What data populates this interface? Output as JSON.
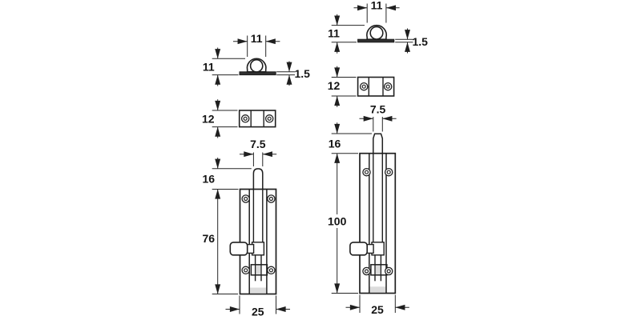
{
  "canvas": {
    "background": "#ffffff",
    "line_color": "#1f1f1f",
    "label_color": "#141414"
  },
  "drawings": [
    {
      "id": "left",
      "dims": {
        "loop_width": "11",
        "loop_height": "11",
        "plate_thickness": "1.5",
        "strike_height": "12",
        "pin_diameter": "7.5",
        "pin_protrusion": "16",
        "body_length": "76",
        "body_width": "25"
      }
    },
    {
      "id": "right",
      "dims": {
        "loop_width": "11",
        "loop_height": "11",
        "plate_thickness": "1.5",
        "strike_height": "12",
        "pin_diameter": "7.5",
        "pin_protrusion": "16",
        "body_length": "100",
        "body_width": "25"
      }
    }
  ]
}
